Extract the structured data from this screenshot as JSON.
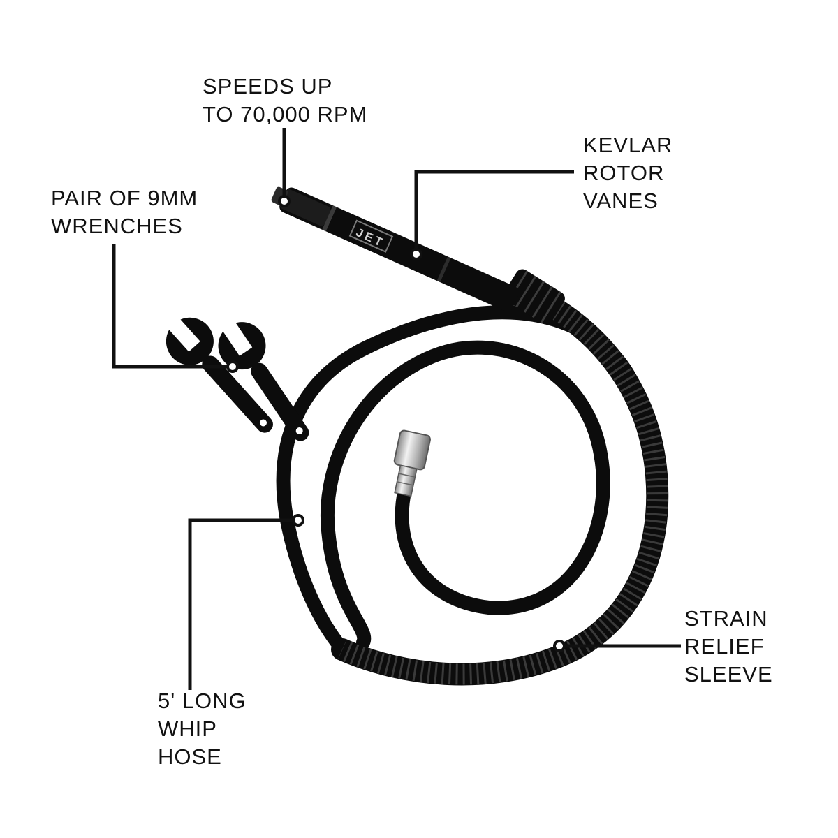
{
  "callouts": {
    "speed": {
      "lines": [
        "SPEEDS UP",
        "TO 70,000 RPM"
      ]
    },
    "rotor": {
      "lines": [
        "KEVLAR",
        "ROTOR",
        "VANES"
      ]
    },
    "wrenches": {
      "lines": [
        "PAIR OF 9MM",
        "WRENCHES"
      ]
    },
    "sleeve": {
      "lines": [
        "STRAIN",
        "RELIEF",
        "SLEEVE"
      ]
    },
    "hose": {
      "lines": [
        "5' LONG",
        "WHIP",
        "HOSE"
      ]
    }
  },
  "brand": {
    "logo": "JET"
  },
  "colors": {
    "tool": "#0c0c0c",
    "leader": "#111111",
    "fitting": "#bdbdbd",
    "background": "#ffffff"
  }
}
